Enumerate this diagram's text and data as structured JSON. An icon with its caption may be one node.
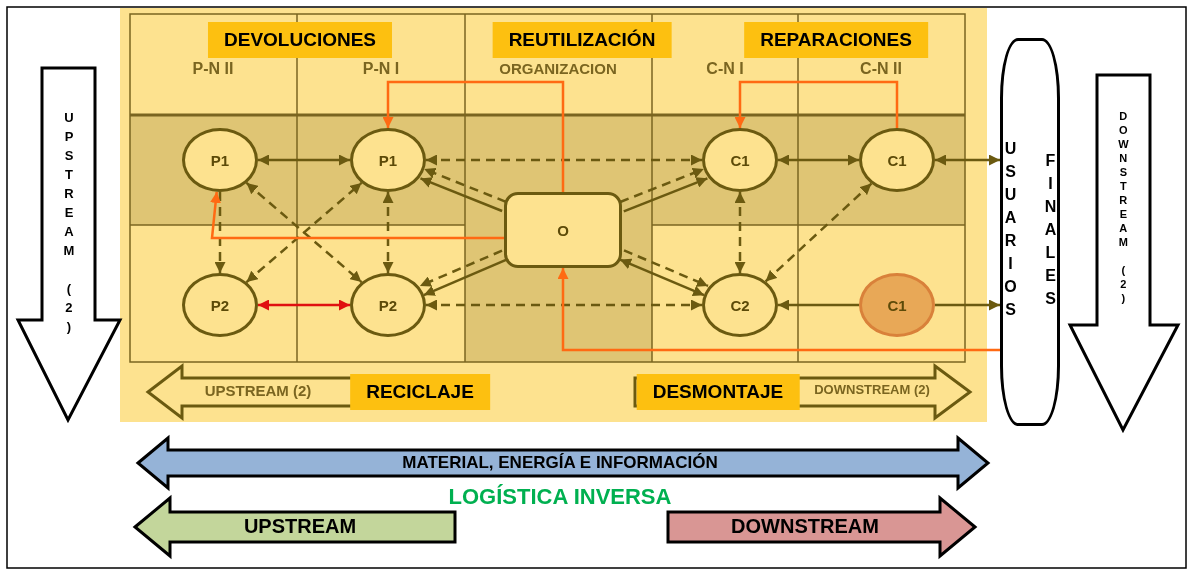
{
  "diagram": {
    "nodes": [
      {
        "text": [
          "P1"
        ]
      },
      {
        "text": [
          "P1"
        ]
      },
      {
        "text": [
          "O"
        ]
      },
      {
        "text": [
          "C1"
        ]
      },
      {
        "text": [
          "C1"
        ]
      },
      {
        "text": [
          "P2"
        ]
      },
      {
        "text": [
          "P2"
        ]
      },
      {
        "text": [
          "C2"
        ]
      },
      {
        "text": [
          "C1"
        ]
      },
      {
        "text": [
          "USUARIOS",
          "FINALES"
        ]
      }
    ],
    "edges": [
      {
        "from": 0,
        "to": 1,
        "arrow": "both"
      },
      {
        "from": 1,
        "to": 3,
        "arrow": "both",
        "style": "dashed"
      },
      {
        "from": 3,
        "to": 4,
        "arrow": "both"
      },
      {
        "from": 4,
        "to": 9,
        "arrow": "both"
      },
      {
        "from": 0,
        "to": 5,
        "arrow": "to",
        "style": "dashed"
      },
      {
        "from": 1,
        "to": 6,
        "arrow": "both",
        "style": "dashed"
      },
      {
        "from": 0,
        "to": 6,
        "arrow": "both",
        "style": "dashed"
      },
      {
        "from": 5,
        "to": 1,
        "arrow": "both",
        "style": "dashed"
      },
      {
        "from": 5,
        "to": 6,
        "arrow": "both",
        "color": "#e01010"
      },
      {
        "from": 2,
        "to": 1,
        "arrow": "to"
      },
      {
        "from": 2,
        "to": 1,
        "arrow": "to",
        "style": "dashed"
      },
      {
        "from": 2,
        "to": 6,
        "arrow": "to"
      },
      {
        "from": 2,
        "to": 6,
        "arrow": "to",
        "style": "dashed"
      },
      {
        "from": 6,
        "to": 7,
        "arrow": "both",
        "style": "dashed"
      },
      {
        "from": 2,
        "to": 3,
        "arrow": "to"
      },
      {
        "from": 2,
        "to": 3,
        "arrow": "to",
        "style": "dashed"
      },
      {
        "from": 2,
        "to": 7,
        "arrow": "both"
      },
      {
        "from": 2,
        "to": 7,
        "arrow": "to",
        "style": "dashed"
      },
      {
        "from": 3,
        "to": 7,
        "arrow": "both",
        "style": "dashed"
      },
      {
        "from": 4,
        "to": 7,
        "arrow": "both",
        "style": "dashed"
      },
      {
        "from": 8,
        "to": 7,
        "arrow": "to"
      },
      {
        "from": 8,
        "to": 9,
        "arrow": "to"
      },
      {
        "from": 2,
        "to": 1,
        "arrow": "to",
        "color": "#ff6a13"
      },
      {
        "from": 4,
        "to": 3,
        "arrow": "to",
        "color": "#ff6a13"
      },
      {
        "from": 2,
        "to": 0,
        "arrow": "to",
        "color": "#ff6a13"
      },
      {
        "from": 9,
        "to": 2,
        "arrow": "to",
        "color": "#ff6a13"
      }
    ],
    "labels": [
      "DEVOLUCIONES",
      "REUTILIZACIÓN",
      "REPARACIONES",
      "P-N II",
      "P-N I",
      "ORGANIZACION",
      "C-N I",
      "C-N II",
      "UPSTREAM (2)",
      "DOWNSTREAM (2)",
      "UPSTREAM (2)",
      "RECICLAJE",
      "DESMONTAJE",
      "DOWNSTREAM (2)",
      "MATERIAL, ENERGÍA E INFORMACIÓN",
      "LOGÍSTICA INVERSA",
      "UPSTREAM",
      "DOWNSTREAM"
    ]
  }
}
